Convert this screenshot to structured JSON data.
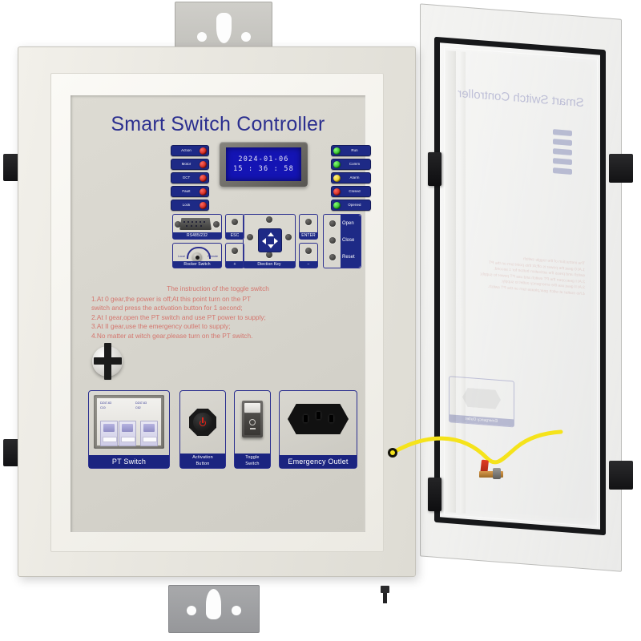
{
  "device": {
    "title": "Smart Switch Controller",
    "type": "wall-mounted smart switch controller cabinet",
    "door_state": "open"
  },
  "display": {
    "date": "2024-01-06",
    "time": "15 : 36 : 58"
  },
  "status_leds_left": [
    {
      "label": "Action",
      "color": "red",
      "hex": "#c51b12"
    },
    {
      "label": "Motor",
      "color": "red",
      "hex": "#c51b12"
    },
    {
      "label": "GCT",
      "color": "red",
      "hex": "#c51b12"
    },
    {
      "label": "Fault",
      "color": "red",
      "hex": "#c51b12"
    },
    {
      "label": "Lock",
      "color": "red",
      "hex": "#c51b12"
    }
  ],
  "status_leds_right": [
    {
      "label": "Run",
      "color": "green",
      "hex": "#1faf1b"
    },
    {
      "label": "Comm",
      "color": "green",
      "hex": "#1faf1b"
    },
    {
      "label": "Alarm",
      "color": "yellow",
      "hex": "#e8c813"
    },
    {
      "label": "Closed",
      "color": "red",
      "hex": "#c51b12"
    },
    {
      "label": "Opened",
      "color": "green",
      "hex": "#1faf1b"
    }
  ],
  "controls": {
    "port_label": "RS485/232",
    "rocker_label": "Rocker Switch",
    "rocker_left": "Local",
    "rocker_right": "Remote",
    "esc_label": "ESC",
    "plus_label": "+",
    "minus_label": "−",
    "enter_label": "ENTER",
    "dpad_label": "Diection Key",
    "open_label": "Open",
    "close_label": "Close",
    "reset_label": "Reset"
  },
  "instructions": {
    "heading": "The instruction of the toggle switch",
    "lines": [
      "1.At 0 gear,the power is off;At this point turn on the PT",
      " switch and press the activation button for 1 second;",
      "2.At I gear,open the PT switch and use PT power to supply;",
      "3.At II gear,use the emergency outlet to supply;",
      "4.No matter at witch gear,please turn on the PT switch."
    ]
  },
  "devices": [
    {
      "name": "PT Switch",
      "label": "PT Switch"
    },
    {
      "name": "Activation Button",
      "label_line1": "Activation",
      "label_line2": "Button"
    },
    {
      "name": "Toggle Switch",
      "label_line1": "Toggle",
      "label_line2": "Switch"
    },
    {
      "name": "Emergency Outlet",
      "label": "Emergency Outlet"
    }
  ],
  "breakers": [
    {
      "model": "DZ47-63",
      "rating": "C10"
    },
    {
      "model": "DZ47-63",
      "rating": "C62"
    }
  ],
  "colors": {
    "panel_blue": "#1e2a86",
    "title_blue": "#2b2f8f",
    "instruction_red": "#d4766e",
    "lcd_blue": "#1414b4",
    "cabinet_cream": "#ece9e2",
    "ground_wire_yellow": "#f5e31b"
  }
}
